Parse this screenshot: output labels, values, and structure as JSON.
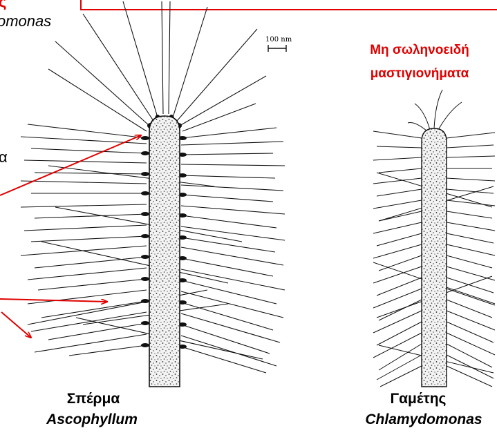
{
  "header": {
    "top_fragment": "ς",
    "top_italic": "omonas",
    "side_fragment": "α"
  },
  "scale_bar": {
    "label": "100 nm"
  },
  "right_label": {
    "line1": "Μη σωληνοειδή",
    "line2": "μαστιγιονήματα"
  },
  "left_caption": {
    "line1": "Σπέρμα",
    "line2": "Ascophyllum"
  },
  "right_caption": {
    "line1": "Γαμέτης",
    "line2": "Chlamydomonas"
  },
  "colors": {
    "accent_red": "#e00000",
    "ink": "#000000"
  }
}
